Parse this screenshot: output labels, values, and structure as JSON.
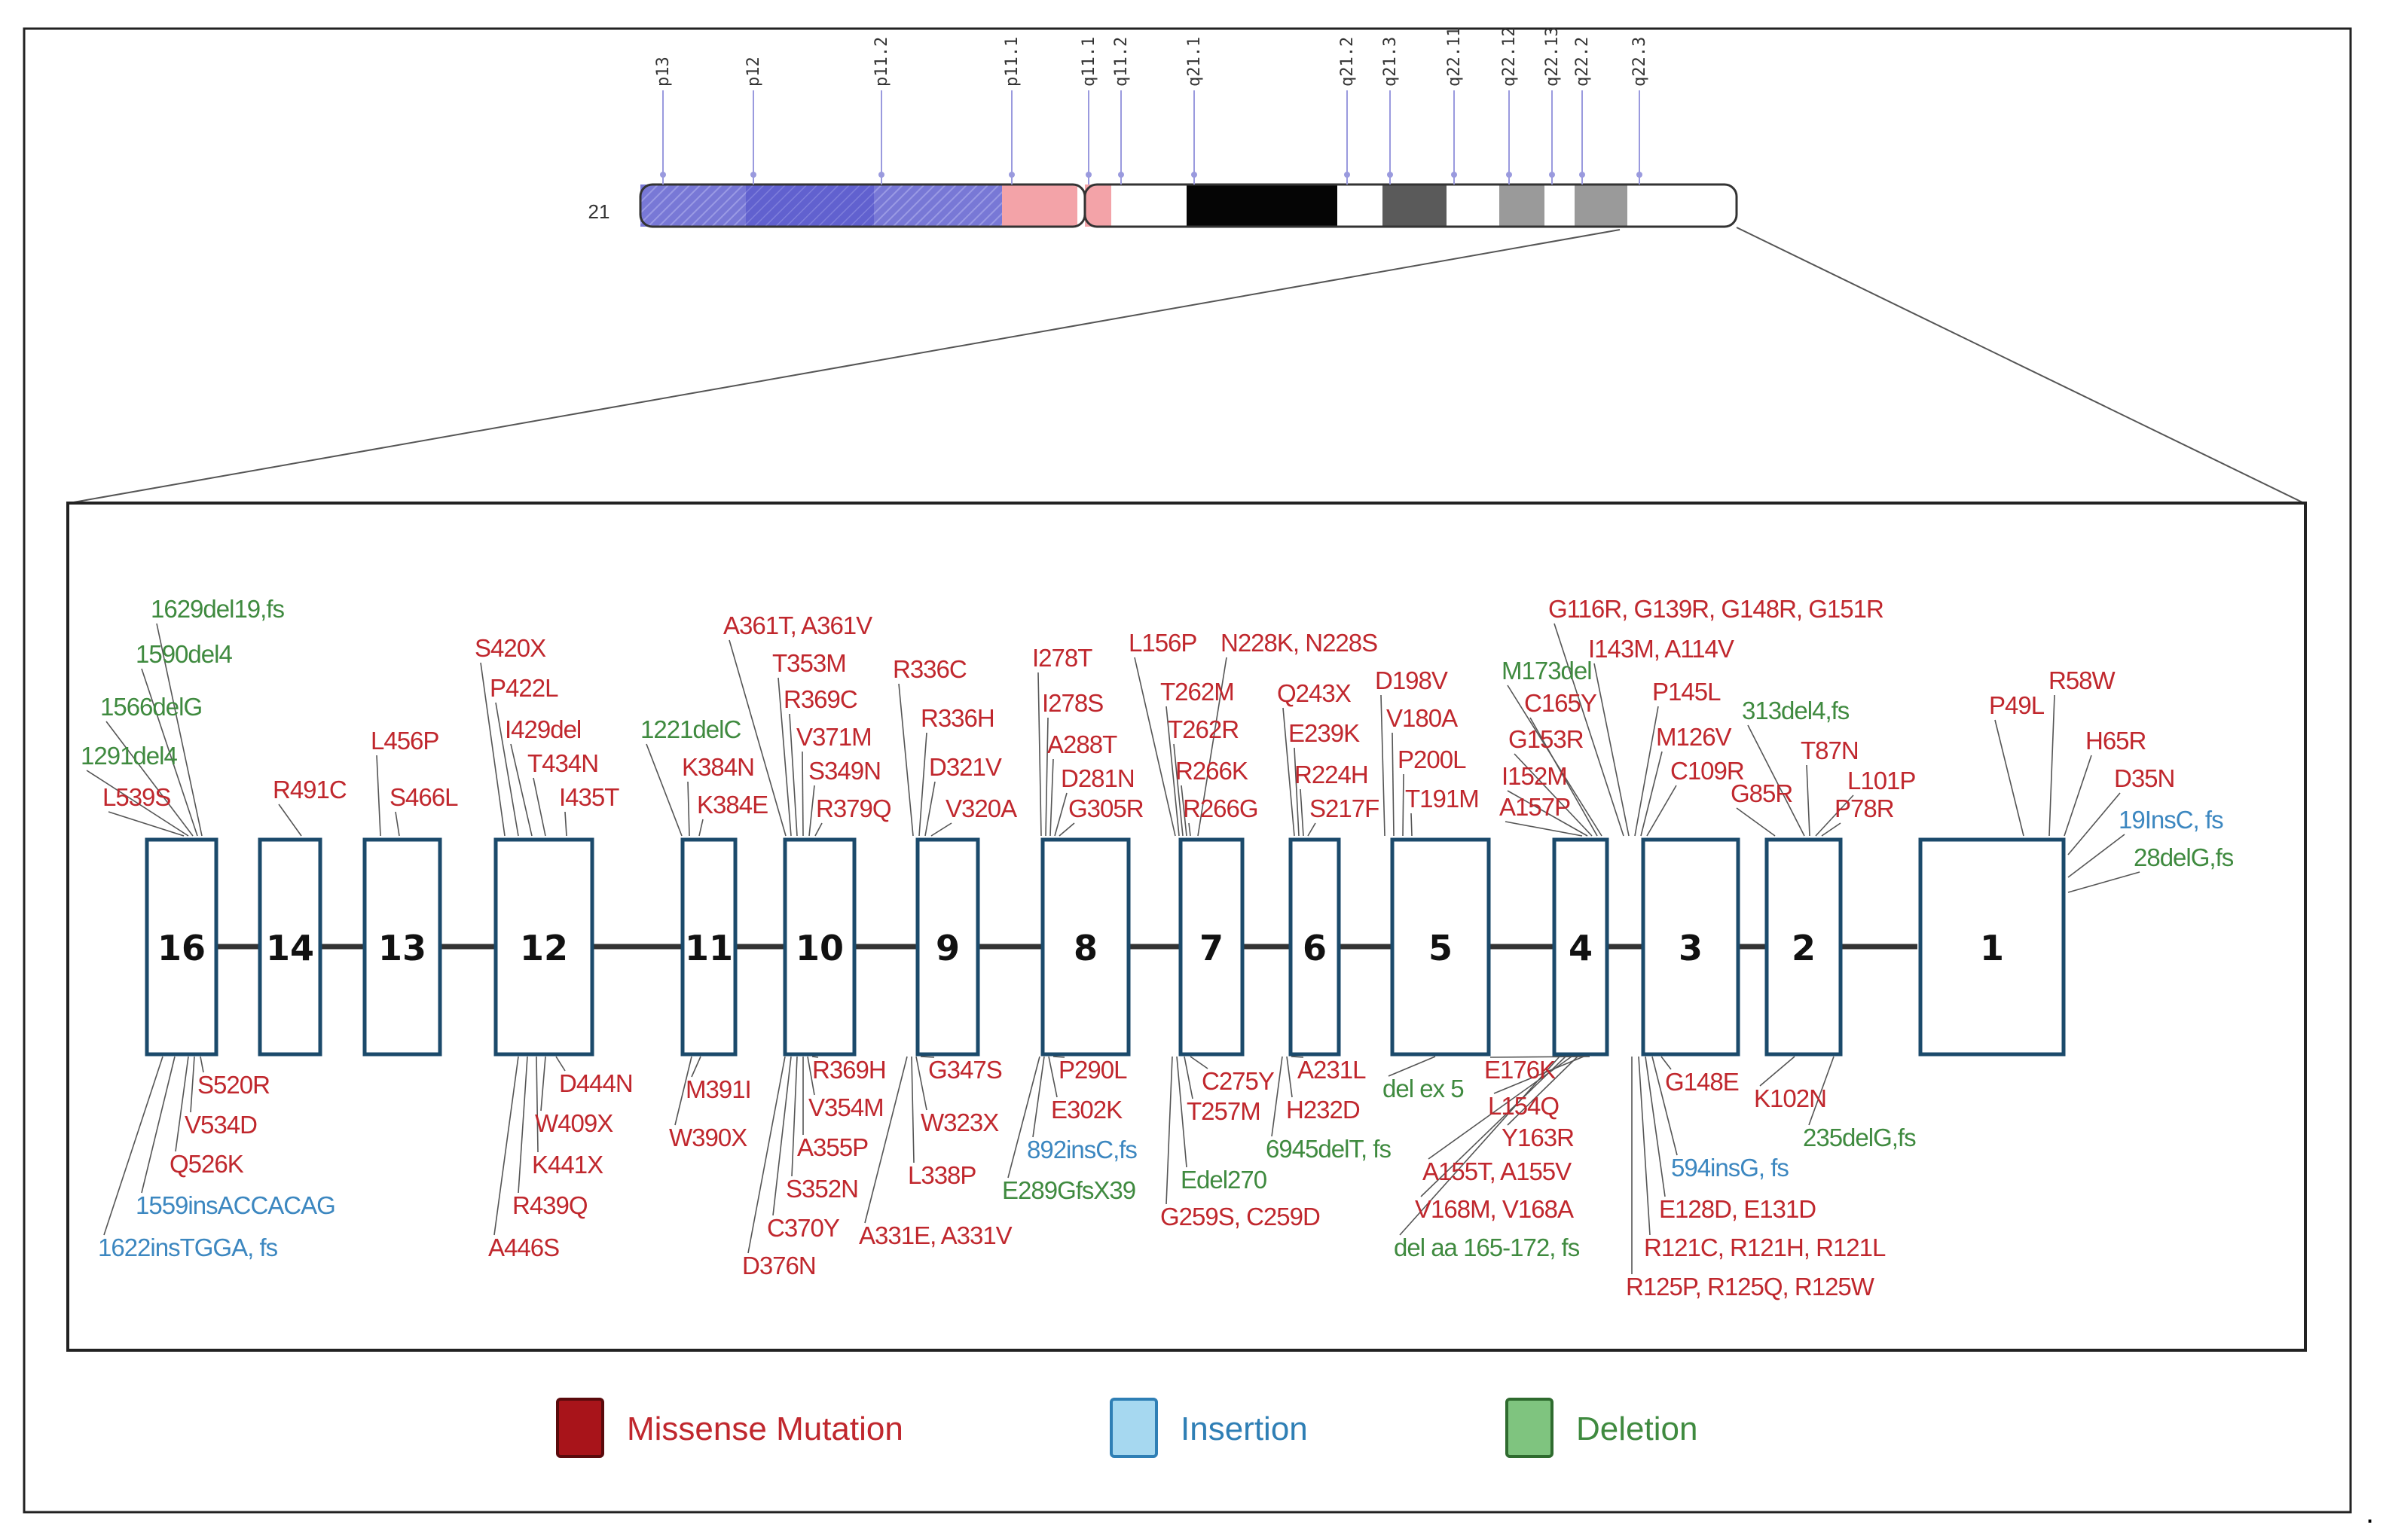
{
  "chromosome": {
    "number": "21",
    "bands": [
      "p13",
      "p12",
      "p11.2",
      "p11.1",
      "q11.1",
      "q11.2",
      "q21.1",
      "q21.2",
      "q21.3",
      "q22.11",
      "q22.12",
      "q22.13",
      "q22.2",
      "q22.3"
    ]
  },
  "exons": [
    "16",
    "14",
    "13",
    "12",
    "11",
    "10",
    "9",
    "8",
    "7",
    "6",
    "5",
    "4",
    "3",
    "2",
    "1"
  ],
  "mutations": {
    "top": [
      "1629del19,fs",
      "1590del4",
      "1566delG",
      "1291del4",
      "L539S",
      "R491C",
      "L456P",
      "S466L",
      "S420X",
      "P422L",
      "I429del",
      "T434N",
      "I435T",
      "1221delC",
      "K384N",
      "K384E",
      "A361T, A361V",
      "T353M",
      "R369C",
      "V371M",
      "S349N",
      "R379Q",
      "R336C",
      "R336H",
      "D321V",
      "V320A",
      "I278T",
      "I278S",
      "A288T",
      "D281N",
      "G305R",
      "L156P",
      "N228K, N228S",
      "T262M",
      "T262R",
      "R266K",
      "R266G",
      "Q243X",
      "E239K",
      "R224H",
      "S217F",
      "D198V",
      "V180A",
      "P200L",
      "T191M",
      "G116R, G139R, G148R, G151R",
      "M173del",
      "I143M, A114V",
      "C165Y",
      "P145L",
      "G153R",
      "M126V",
      "I152M",
      "C109R",
      "A157P",
      "313del4,fs",
      "T87N",
      "G85R",
      "L101P",
      "P78R",
      "P49L",
      "R58W",
      "H65R",
      "D35N",
      "19InsC, fs",
      "28delG,fs"
    ],
    "bottom": [
      "S520R",
      "V534D",
      "Q526K",
      "1559insACCACAG",
      "1622insTGGA, fs",
      "D444N",
      "W409X",
      "K441X",
      "R439Q",
      "A446S",
      "M391I",
      "W390X",
      "R369H",
      "V354M",
      "A355P",
      "S352N",
      "C370Y",
      "D376N",
      "G347S",
      "W323X",
      "L338P",
      "A331E, A331V",
      "P290L",
      "E302K",
      "892insC,fs",
      "E289GfsX39",
      "C275Y",
      "T257M",
      "Edel270",
      "G259S, C259D",
      "A231L",
      "H232D",
      "6945delT, fs",
      "del ex 5",
      "E176K",
      "L154Q",
      "Y163R",
      "A155T, A155V",
      "V168M, V168A",
      "del aa 165-172, fs",
      "G148E",
      "594insG, fs",
      "E128D, E131D",
      "R121C, R121H, R121L",
      "R125P, R125Q, R125W",
      "K102N",
      "235delG,fs"
    ]
  },
  "legend": [
    {
      "label": "Missense Mutation",
      "color": "#a8141a",
      "text_color": "#c0272d",
      "border": "#5a0a0c"
    },
    {
      "label": "Insertion",
      "color": "#a6d8f0",
      "text_color": "#2f7fb5",
      "border": "#2f7fb5"
    },
    {
      "label": "Deletion",
      "color": "#7fc47f",
      "text_color": "#3f8a3f",
      "border": "#2f6b2f"
    }
  ],
  "colors": {
    "missense": "#c0272d",
    "insertion": "#3c87c0",
    "deletion": "#3f8a3f",
    "exon_border": "#1b4a6b"
  },
  "trailing_mark": "."
}
